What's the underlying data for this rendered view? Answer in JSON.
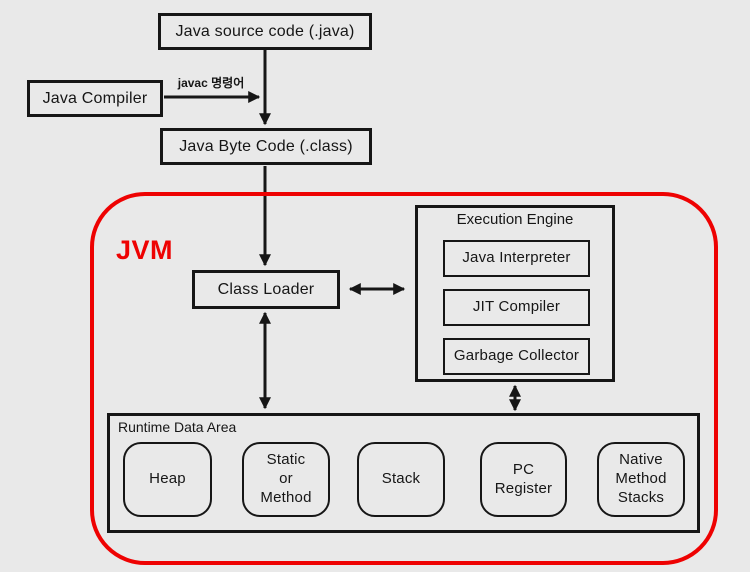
{
  "diagram": {
    "boxes": {
      "java_source": "Java source code (.java)",
      "java_compiler": "Java Compiler",
      "javac_label": "javac 명령어",
      "java_byte_code": "Java Byte Code (.class)",
      "jvm_label": "JVM",
      "class_loader": "Class Loader",
      "execution_engine_title": "Execution Engine",
      "java_interpreter": "Java Interpreter",
      "jit_compiler": "JIT Compiler",
      "garbage_collector": "Garbage Collector",
      "runtime_data_area": "Runtime Data Area",
      "heap": "Heap",
      "static_or_method": "Static\nor\nMethod",
      "stack": "Stack",
      "pc_register": "PC\nRegister",
      "native_method_stacks": "Native\nMethod\nStacks"
    },
    "colors": {
      "background": "#e9e9e9",
      "box_border": "#161616",
      "text": "#161616",
      "jvm_red": "#ee0202"
    }
  }
}
